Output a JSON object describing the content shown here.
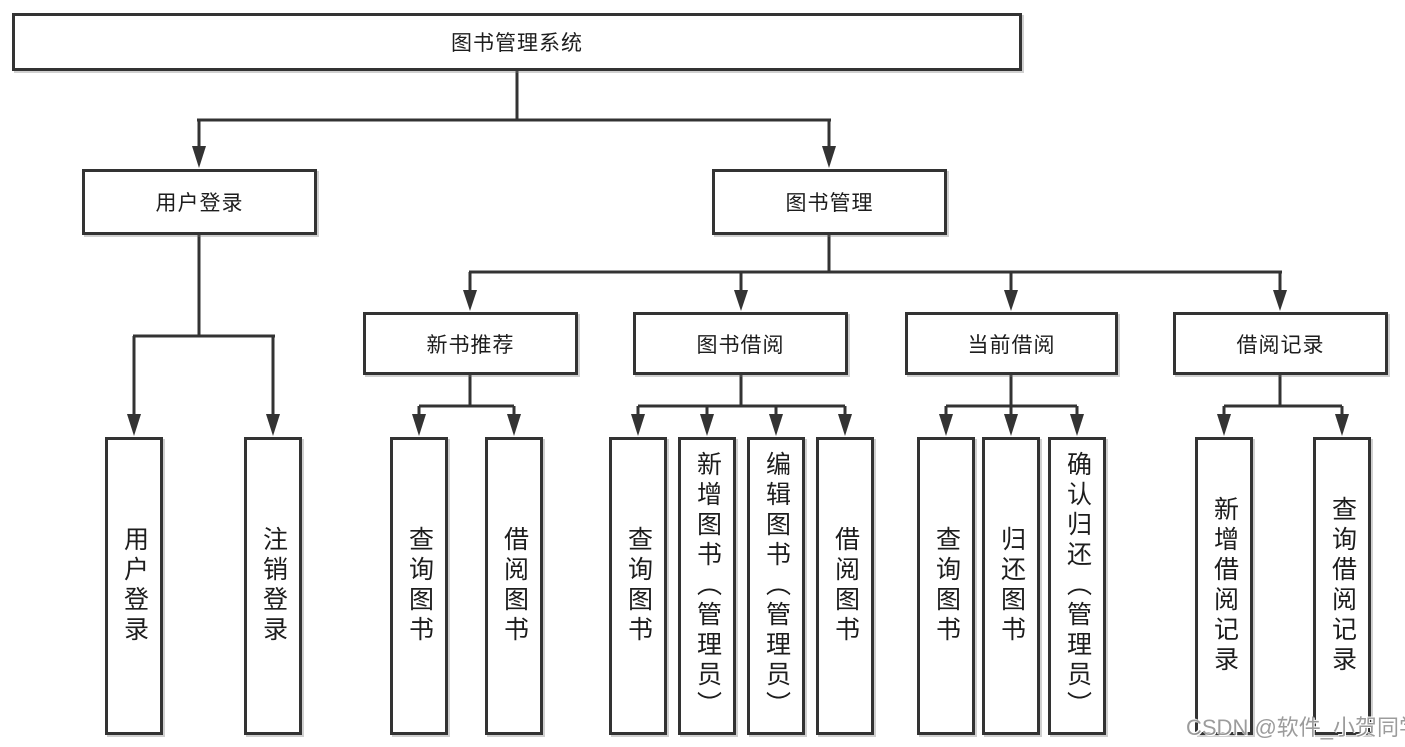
{
  "tree": {
    "root": "图书管理系统",
    "level2": [
      {
        "label": "用户登录"
      },
      {
        "label": "图书管理"
      }
    ],
    "level3": [
      {
        "label": "新书推荐"
      },
      {
        "label": "图书借阅"
      },
      {
        "label": "当前借阅"
      },
      {
        "label": "借阅记录"
      }
    ],
    "leaves": {
      "login": [
        "用户登录",
        "注销登录"
      ],
      "recommend": [
        "查询图书",
        "借阅图书"
      ],
      "borrow": [
        "查询图书",
        "新增图书（管理员）",
        "编辑图书（管理员）",
        "借阅图书"
      ],
      "current": [
        "查询图书",
        "归还图书",
        "确认归还（管理员）"
      ],
      "records": [
        "新增借阅记录",
        "查询借阅记录"
      ]
    }
  },
  "watermark": {
    "text": "CSDN @软件_小贺同学"
  },
  "colors": {
    "line": "#333333",
    "text": "#1d1d1d",
    "watermark": "#949494",
    "background": "#ffffff"
  }
}
